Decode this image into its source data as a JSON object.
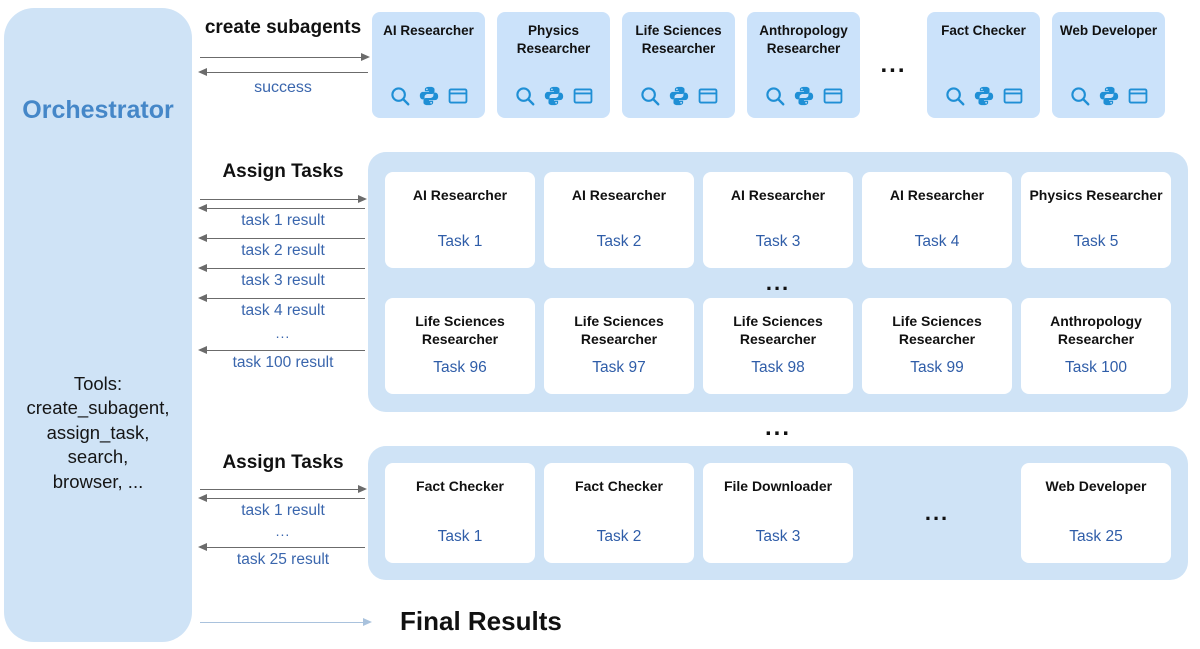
{
  "colors": {
    "panel_blue": "#cfe3f6",
    "agent_box_blue": "#cbe2fa",
    "orchestrator_title_blue": "#4587c8",
    "task_text_blue": "#2f5da8",
    "result_label_blue": "#3a66ad",
    "icon_blue": "#1f8fd5",
    "arrow_gray": "#6b6b6b",
    "final_arrow_blue": "#a9c2dd"
  },
  "orchestrator": {
    "title": "Orchestrator",
    "tools": "Tools:\ncreate_subagent,\nassign_task,\nsearch,\nbrowser, ..."
  },
  "create": {
    "label": "create subagents",
    "return_label": "success",
    "ellipsis": "...",
    "agents": [
      {
        "name": "AI Researcher"
      },
      {
        "name": "Physics Researcher"
      },
      {
        "name": "Life Sciences Researcher"
      },
      {
        "name": "Anthropology Researcher"
      },
      {
        "name": "Fact Checker"
      },
      {
        "name": "Web Developer"
      }
    ]
  },
  "batch1": {
    "label": "Assign Tasks",
    "results": [
      "task 1 result",
      "task 2 result",
      "task 3 result",
      "task 4 result"
    ],
    "results_ellipsis": "...",
    "last_result": "task 100 result",
    "rows_ellipsis": "...",
    "row1": [
      {
        "agent": "AI Researcher",
        "task": "Task 1"
      },
      {
        "agent": "AI Researcher",
        "task": "Task 2"
      },
      {
        "agent": "AI Researcher",
        "task": "Task 3"
      },
      {
        "agent": "AI Researcher",
        "task": "Task 4"
      },
      {
        "agent": "Physics Researcher",
        "task": "Task 5"
      }
    ],
    "row2": [
      {
        "agent": "Life Sciences Researcher",
        "task": "Task 96"
      },
      {
        "agent": "Life Sciences Researcher",
        "task": "Task 97"
      },
      {
        "agent": "Life Sciences Researcher",
        "task": "Task 98"
      },
      {
        "agent": "Life Sciences Researcher",
        "task": "Task 99"
      },
      {
        "agent": "Anthropology Researcher",
        "task": "Task 100"
      }
    ]
  },
  "between_ellipsis": "...",
  "batch2": {
    "label": "Assign Tasks",
    "first_result": "task 1 result",
    "results_ellipsis": "...",
    "last_result": "task 25 result",
    "cards_ellipsis": "...",
    "cards": [
      {
        "agent": "Fact Checker",
        "task": "Task 1"
      },
      {
        "agent": "Fact Checker",
        "task": "Task 2"
      },
      {
        "agent": "File Downloader",
        "task": "Task 3"
      },
      {
        "agent": "Web Developer",
        "task": "Task 25"
      }
    ]
  },
  "final": {
    "label": "Final Results"
  }
}
